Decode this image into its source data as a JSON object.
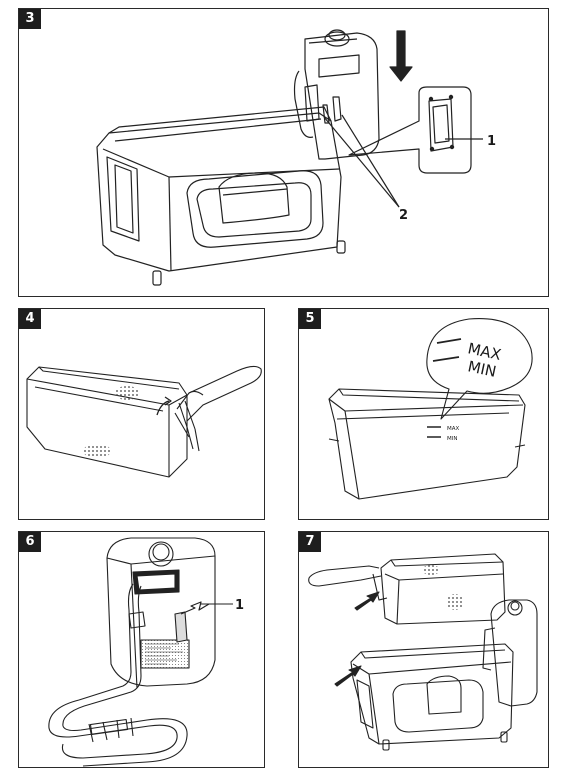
{
  "panels": {
    "p3": {
      "number": "3",
      "callout_1": "1",
      "callout_2": "2"
    },
    "p4": {
      "number": "4"
    },
    "p5": {
      "number": "5",
      "max_large": "MAX",
      "min_large": "MIN",
      "max_small": "MAX",
      "min_small": "MIN"
    },
    "p6": {
      "number": "6",
      "callout_1": "1"
    },
    "p7": {
      "number": "7"
    }
  }
}
